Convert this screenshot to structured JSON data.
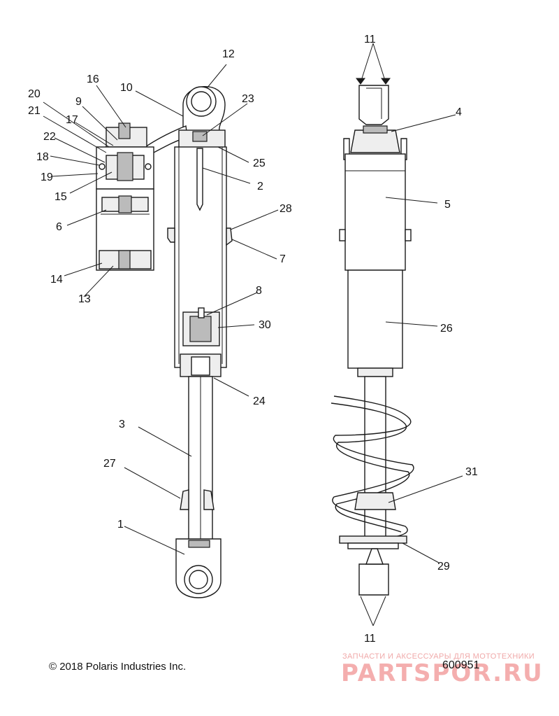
{
  "copyright": "© 2018 Polaris Industries Inc.",
  "figure_number": "600951",
  "watermark": {
    "tagline": "ЗАПЧАСТИ И АКСЕССУАРЫ ДЛЯ МОТОТЕХНИКИ",
    "logo": "PARTSPOR.RU"
  },
  "callouts": {
    "c1": "1",
    "c2": "2",
    "c3": "3",
    "c4": "4",
    "c5": "5",
    "c6": "6",
    "c7": "7",
    "c8": "8",
    "c9": "9",
    "c10": "10",
    "c11_top": "11",
    "c11_bottom": "11",
    "c12": "12",
    "c13": "13",
    "c14": "14",
    "c15": "15",
    "c16": "16",
    "c17": "17",
    "c18": "18",
    "c19": "19",
    "c20": "20",
    "c21": "21",
    "c22": "22",
    "c23": "23",
    "c24": "24",
    "c25": "25",
    "c26": "26",
    "c27": "27",
    "c28": "28",
    "c29": "29",
    "c30": "30",
    "c31": "31"
  }
}
